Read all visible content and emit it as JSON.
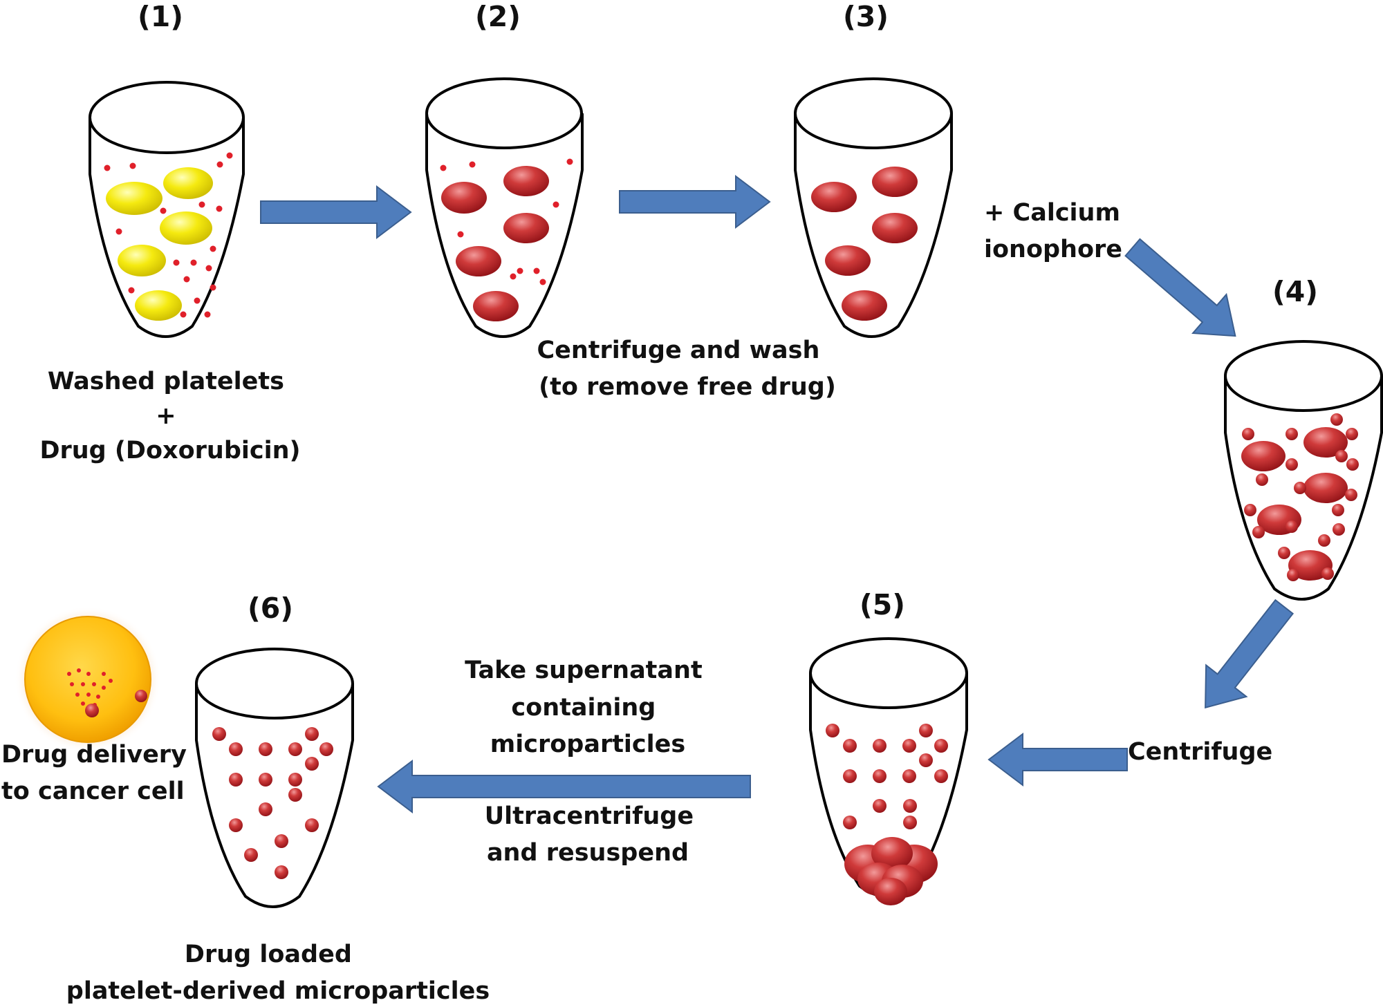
{
  "steps": [
    {
      "num": "(1)",
      "caption": [
        "Washed platelets",
        "+",
        "Drug  (Doxorubicin)"
      ]
    },
    {
      "num": "(2)"
    },
    {
      "num": "(3)"
    },
    {
      "num": "(4)"
    },
    {
      "num": "(5)"
    },
    {
      "num": "(6)",
      "caption": [
        "Drug loaded",
        "platelet-derived microparticles"
      ]
    }
  ],
  "transitions": {
    "t2_3": [
      "Centrifuge and wash",
      "(to remove free drug)"
    ],
    "t3_4": [
      "+ Calcium",
      "ionophore"
    ],
    "t4_5": [
      "Centrifuge"
    ],
    "t5_6_above": [
      "Take supernatant",
      "containing",
      "microparticles"
    ],
    "t5_6_below": [
      "Ultracentrifuge",
      "and resuspend"
    ]
  },
  "delivery": [
    "Drug delivery",
    "to cancer cell"
  ],
  "colors": {
    "arrow_fill": "#4f7dbc",
    "arrow_stroke": "#3b5e8e",
    "platelet": "#f2e600",
    "drug_loaded": "#c0272d",
    "free_drug": "#e0202a",
    "cancer_cell": "#ffc21a"
  }
}
